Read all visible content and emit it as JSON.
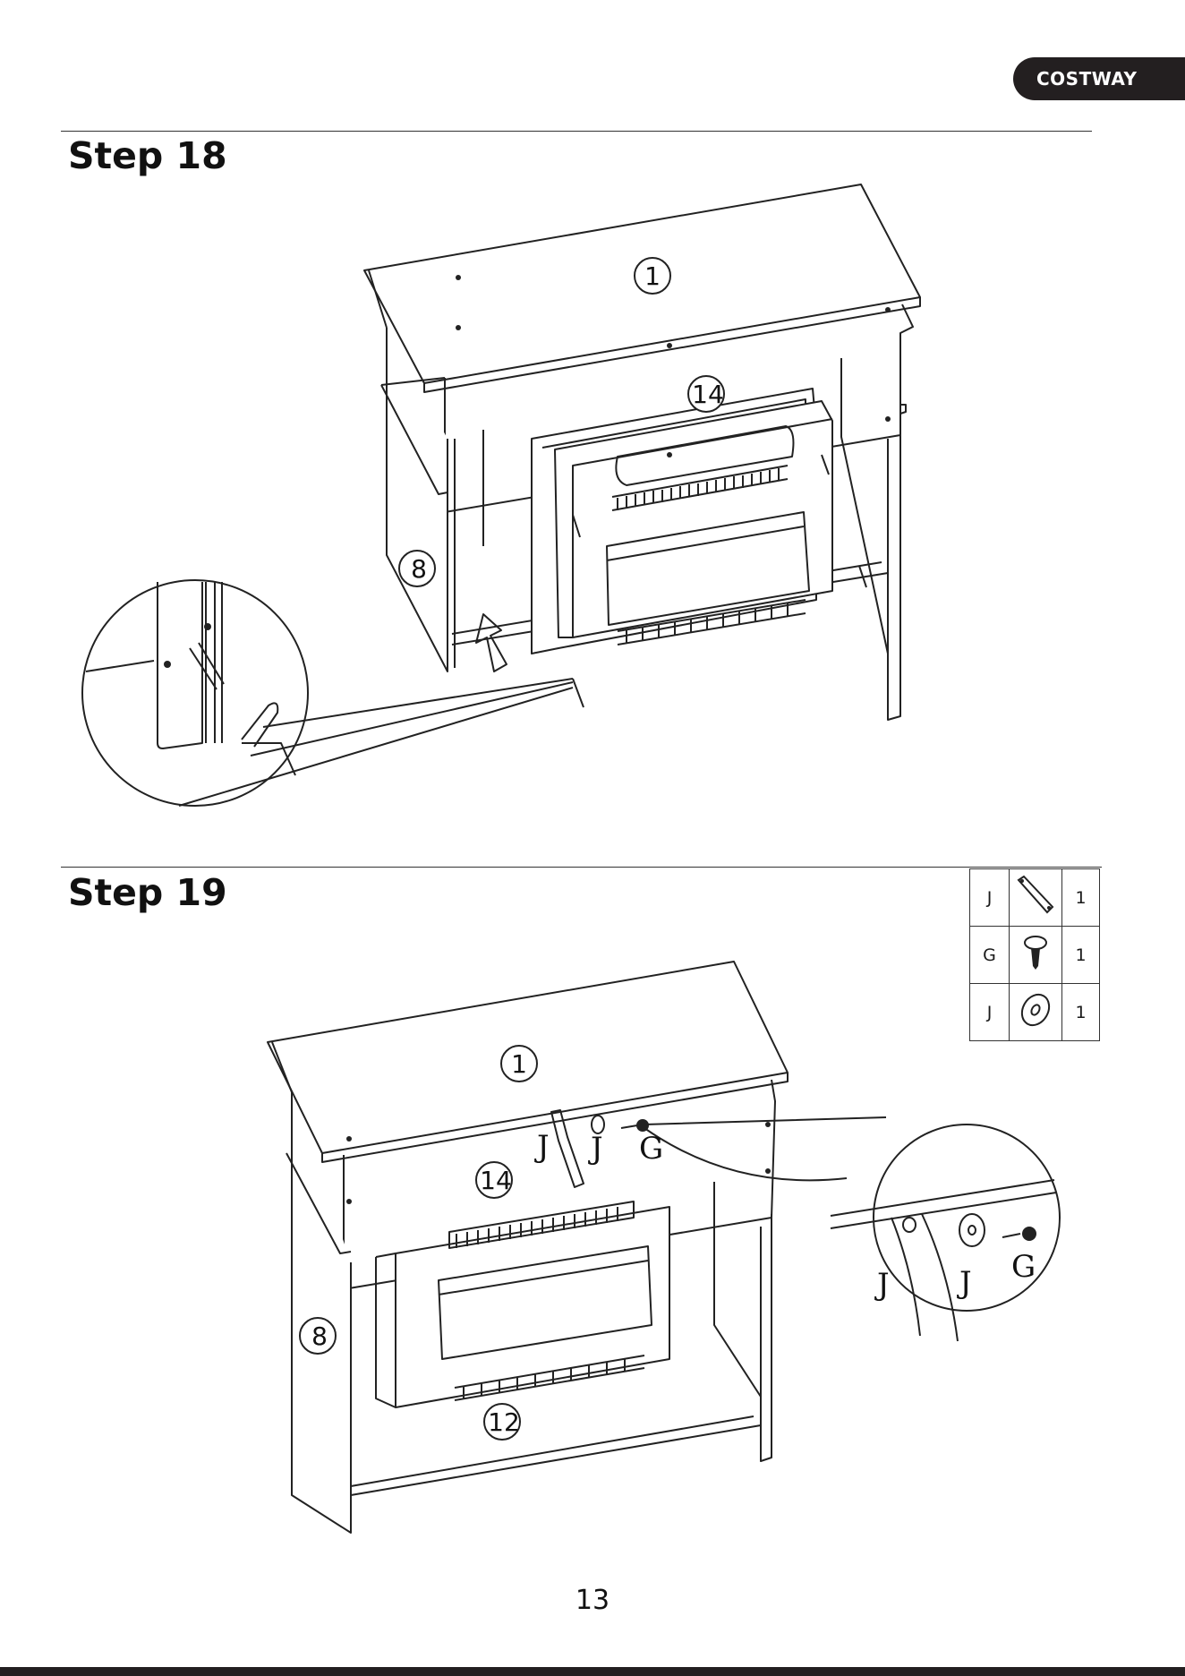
{
  "brand": "COSTWAY",
  "steps": [
    {
      "title": "Step 18",
      "callouts": [
        "1",
        "14",
        "8"
      ]
    },
    {
      "title": "Step 19",
      "callouts": [
        "1",
        "14",
        "8",
        "12"
      ],
      "hardware_labels": [
        "J",
        "J",
        "G"
      ],
      "detail_labels": [
        "J",
        "J",
        "G"
      ],
      "parts": [
        {
          "code": "J",
          "icon": "bracket-icon",
          "qty": "1"
        },
        {
          "code": "G",
          "icon": "screw-icon",
          "qty": "1"
        },
        {
          "code": "J",
          "icon": "washer-icon",
          "qty": "1"
        }
      ]
    }
  ],
  "page_number": "13"
}
